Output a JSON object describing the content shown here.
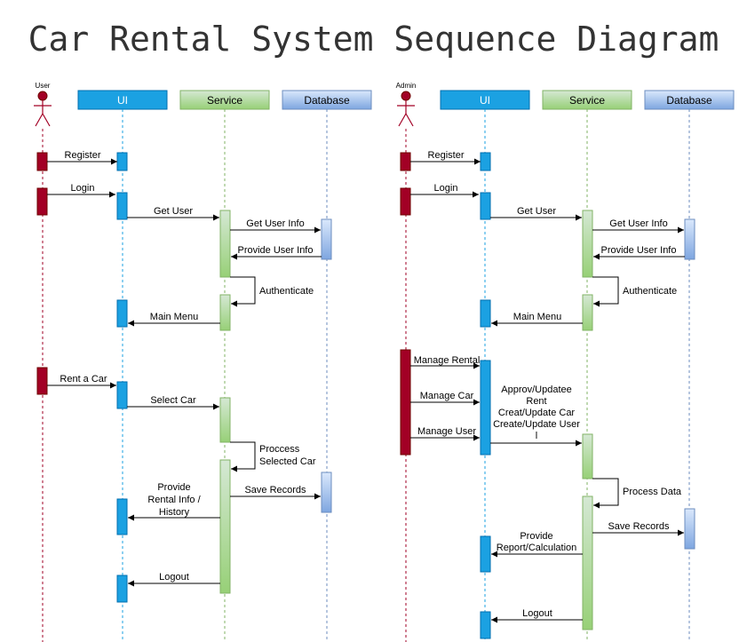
{
  "title": "Car Rental System Sequence Diagram",
  "colors": {
    "actor": "#a20025",
    "ui": "#1ba1e2",
    "service_fill": "#d5e8d4",
    "service_grad": "#97d077",
    "service_stroke": "#82b366",
    "db_fill": "#dae8fc",
    "db_grad": "#7ea6e0",
    "db_stroke": "#6c8ebf"
  },
  "user_diagram": {
    "actor": "User",
    "ui": "UI",
    "service": "Service",
    "database": "Database",
    "messages": {
      "register": "Register",
      "login": "Login",
      "get_user": "Get User",
      "get_user_info": "Get User Info",
      "provide_user_info": "Provide User Info",
      "authenticate": "Authenticate",
      "main_menu": "Main Menu",
      "rent_a_car": "Rent a Car",
      "select_car": "Select Car",
      "process_1": "Proccess",
      "process_2": "Selected Car",
      "save_records": "Save Records",
      "provide_1": "Provide",
      "provide_2": "Rental Info /",
      "provide_3": "History",
      "logout": "Logout"
    }
  },
  "admin_diagram": {
    "actor": "Admin",
    "ui": "UI",
    "service": "Service",
    "database": "Database",
    "messages": {
      "register": "Register",
      "login": "Login",
      "get_user": "Get User",
      "get_user_info": "Get User Info",
      "provide_user_info": "Provide User Info",
      "authenticate": "Authenticate",
      "main_menu": "Main Menu",
      "manage_rental": "Manage Rental",
      "manage_car": "Manage Car",
      "manage_user": "Manage User",
      "approve_1": "Approv/Updatee",
      "approve_2": "Rent",
      "approve_3": "Creat/Update Car",
      "approve_4": "Create/Update User",
      "approve_5": "l",
      "process_data": "Process Data",
      "save_records": "Save Records",
      "report_1": "Provide",
      "report_2": "Report/Calculation",
      "logout": "Logout"
    }
  }
}
